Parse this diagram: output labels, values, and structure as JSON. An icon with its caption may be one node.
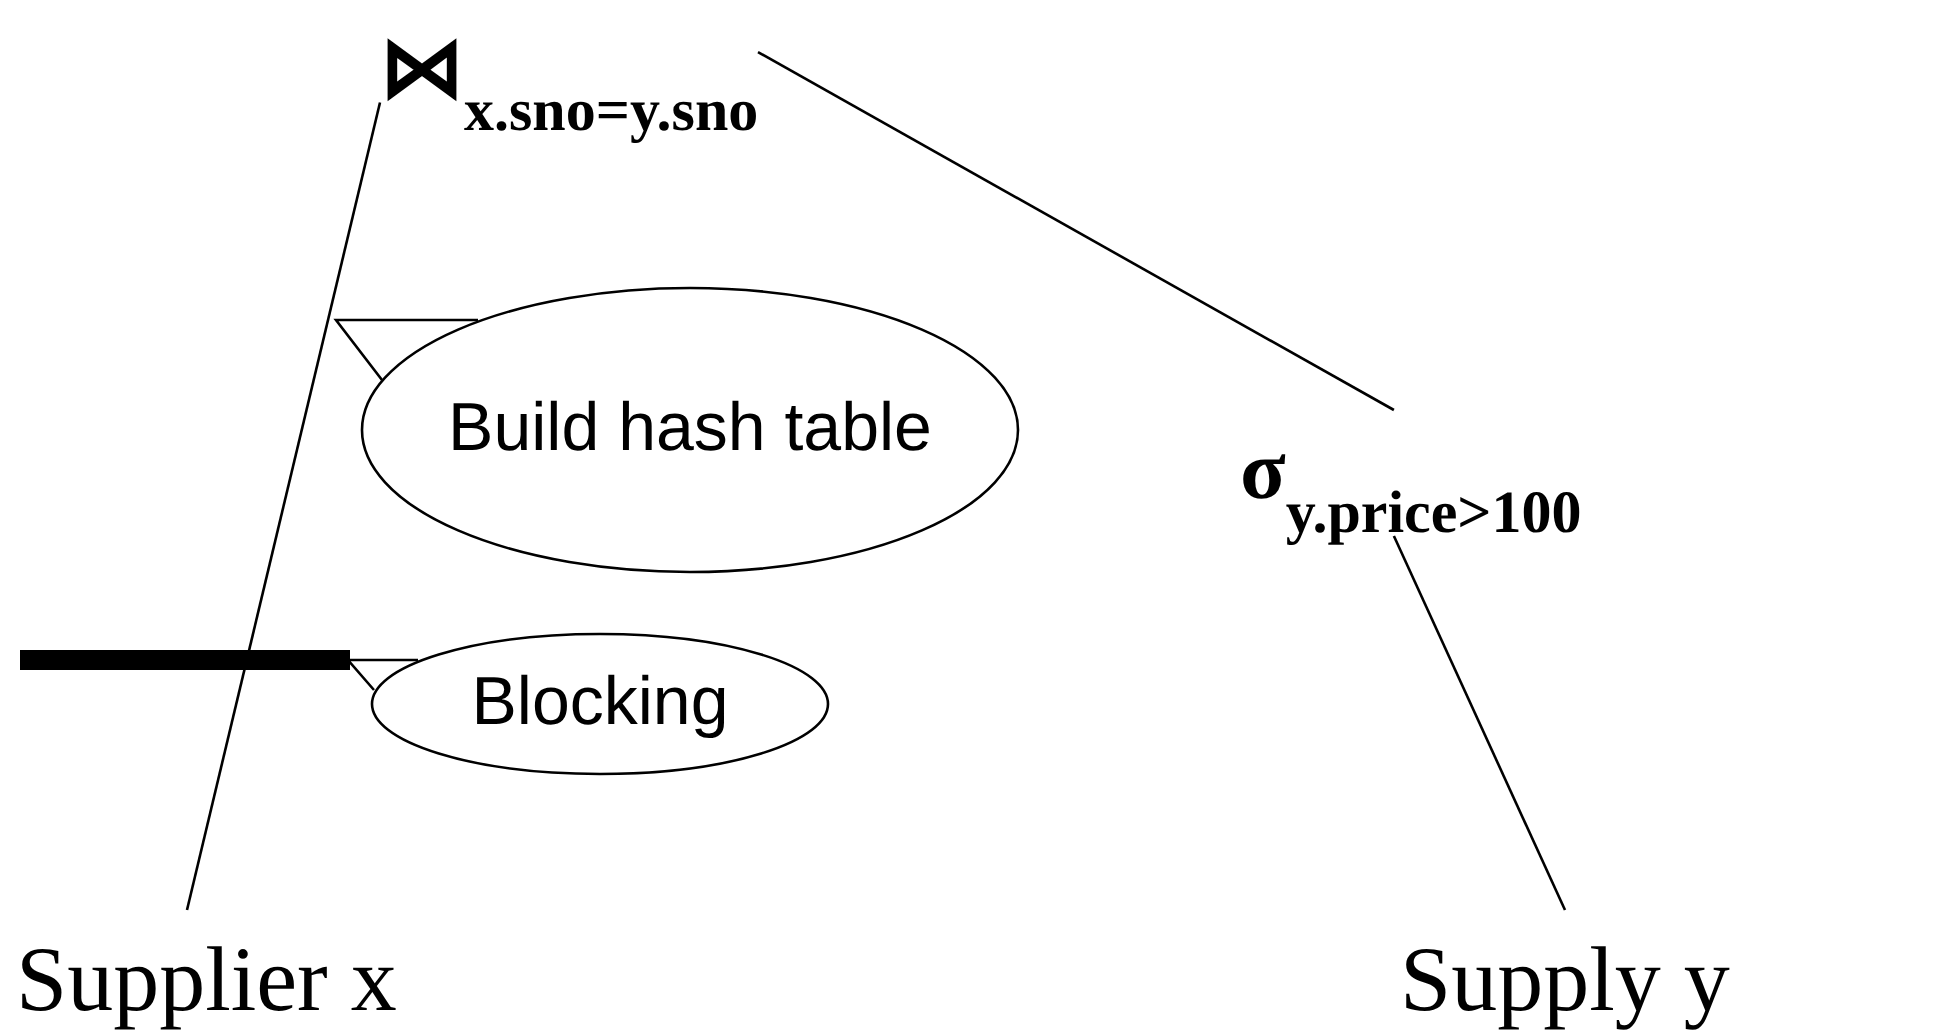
{
  "diagram": {
    "nodes": [
      {
        "text": [
          "⋈$_{x.sno=y.sno}$"
        ]
      },
      {
        "text": [
          "σ$_{y.price>100}$"
        ]
      },
      {
        "text": [
          "Supplier x"
        ]
      },
      {
        "text": [
          "Supply y"
        ]
      },
      {
        "text": [
          "Build hash table"
        ]
      },
      {
        "text": [],
        "shape": "bar"
      },
      {
        "text": [
          "Blocking"
        ]
      }
    ],
    "edges": [
      {
        "from": 0,
        "to": 2,
        "arrow": "none"
      },
      {
        "from": 0,
        "to": 1,
        "arrow": "none"
      },
      {
        "from": 1,
        "to": 3,
        "arrow": "none"
      },
      {
        "from": 4,
        "to": null,
        "arrow": "none"
      },
      {
        "from": 6,
        "to": 5,
        "arrow": "none"
      }
    ]
  }
}
